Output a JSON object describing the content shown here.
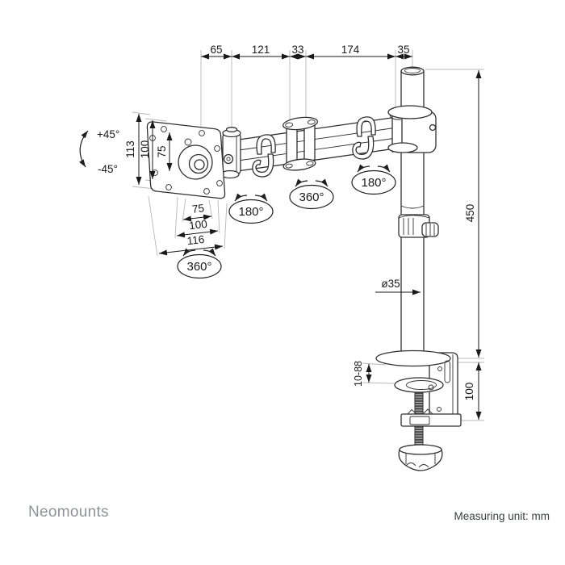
{
  "footer": {
    "brand": "Neomounts",
    "measuring_unit": "Measuring unit: mm"
  },
  "dims": {
    "top_chain": [
      "65",
      "121",
      "33",
      "174",
      "35"
    ],
    "vesa_left": {
      "outer": "113",
      "pattern": "100",
      "inner": "75"
    },
    "vesa_bottom": {
      "inner": "75",
      "pattern": "100",
      "outer": "116"
    },
    "pole_height": "450",
    "pole_diameter": "ø35",
    "desk_thickness_range": "10-88",
    "clamp_height": "100"
  },
  "rotations": {
    "tilt_up": "+45°",
    "tilt_down": "-45°",
    "vesa_swivel": "360°",
    "arm_joint_1": "180°",
    "arm_joint_2": "360°",
    "arm_joint_3": "180°"
  },
  "colors": {
    "outline": "#2f2f2f",
    "dimension": "#1a1a1a",
    "extension": "#b8b8b8",
    "brand": "#8f9397",
    "unit_text": "#3c4043",
    "background": "#ffffff"
  }
}
